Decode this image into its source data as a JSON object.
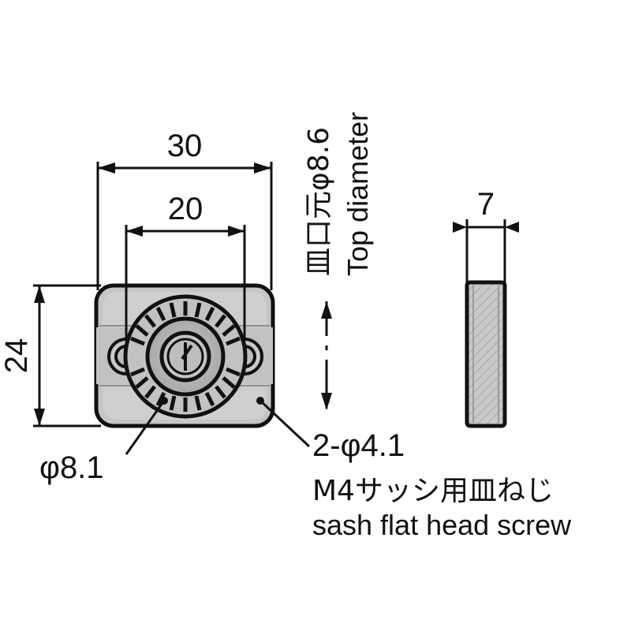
{
  "drawing": {
    "title": "mechanical-part-dimension-drawing",
    "background_color": "#ffffff",
    "line_color": "#111111",
    "body_fill": "#c9c9c9",
    "body_fill_dark": "#b0b0b0",
    "hatch_color": "#9a9a9a",
    "dimensions": {
      "width_outer": "30",
      "width_inner": "20",
      "height_outer": "24",
      "side_thickness": "7"
    },
    "labels": {
      "top_diameter_jp": "皿口元φ8.6",
      "top_diameter_en": "Top diameter",
      "hole_center": "φ8.1",
      "screw_holes": "2-φ4.1",
      "screw_note_jp": "M4サッシ用皿ねじ",
      "screw_note_en": "sash flat head screw"
    }
  }
}
